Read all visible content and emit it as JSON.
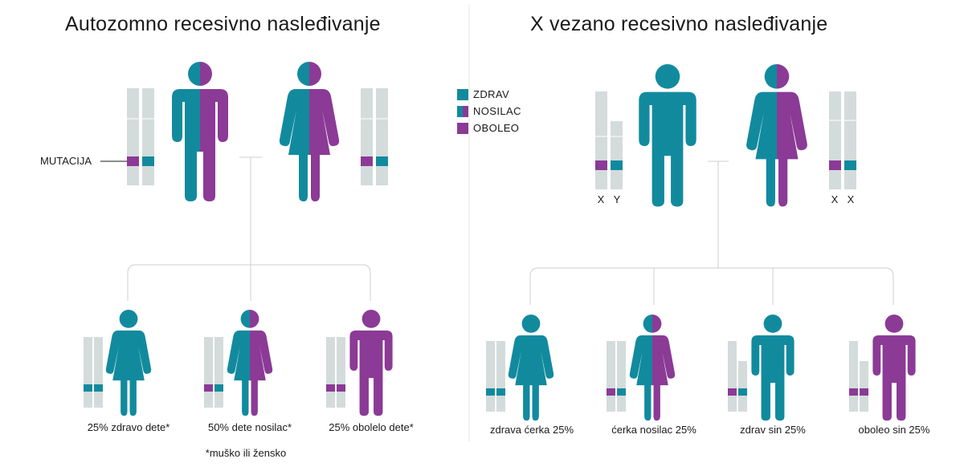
{
  "colors": {
    "healthy": "#128a9e",
    "affected": "#8b3a96",
    "chromosome": "#d4dbdb",
    "line": "#cfcfcf"
  },
  "left_panel": {
    "title": "Autozomno recesivno nasleđivanje",
    "mutation_label": "MUTACIJA",
    "children": [
      {
        "label": "25% zdravo dete*"
      },
      {
        "label": "50% dete nosilac*"
      },
      {
        "label": "25% obolelo dete*"
      }
    ],
    "footnote": "*muško ili žensko"
  },
  "right_panel": {
    "title": "X vezano recesivno nasleđivanje",
    "father_chromosomes": [
      "X",
      "Y"
    ],
    "mother_chromosomes": [
      "X",
      "X"
    ],
    "children": [
      {
        "label": "zdrava ćerka 25%"
      },
      {
        "label": "ćerka nosilac 25%"
      },
      {
        "label": "zdrav sin 25%"
      },
      {
        "label": "oboleo sin 25%"
      }
    ]
  },
  "legend": [
    {
      "label": "ZDRAV",
      "icon": "healthy-swatch"
    },
    {
      "label": "NOSILAC",
      "icon": "carrier-swatch"
    },
    {
      "label": "OBOLEO",
      "icon": "affected-swatch"
    }
  ]
}
